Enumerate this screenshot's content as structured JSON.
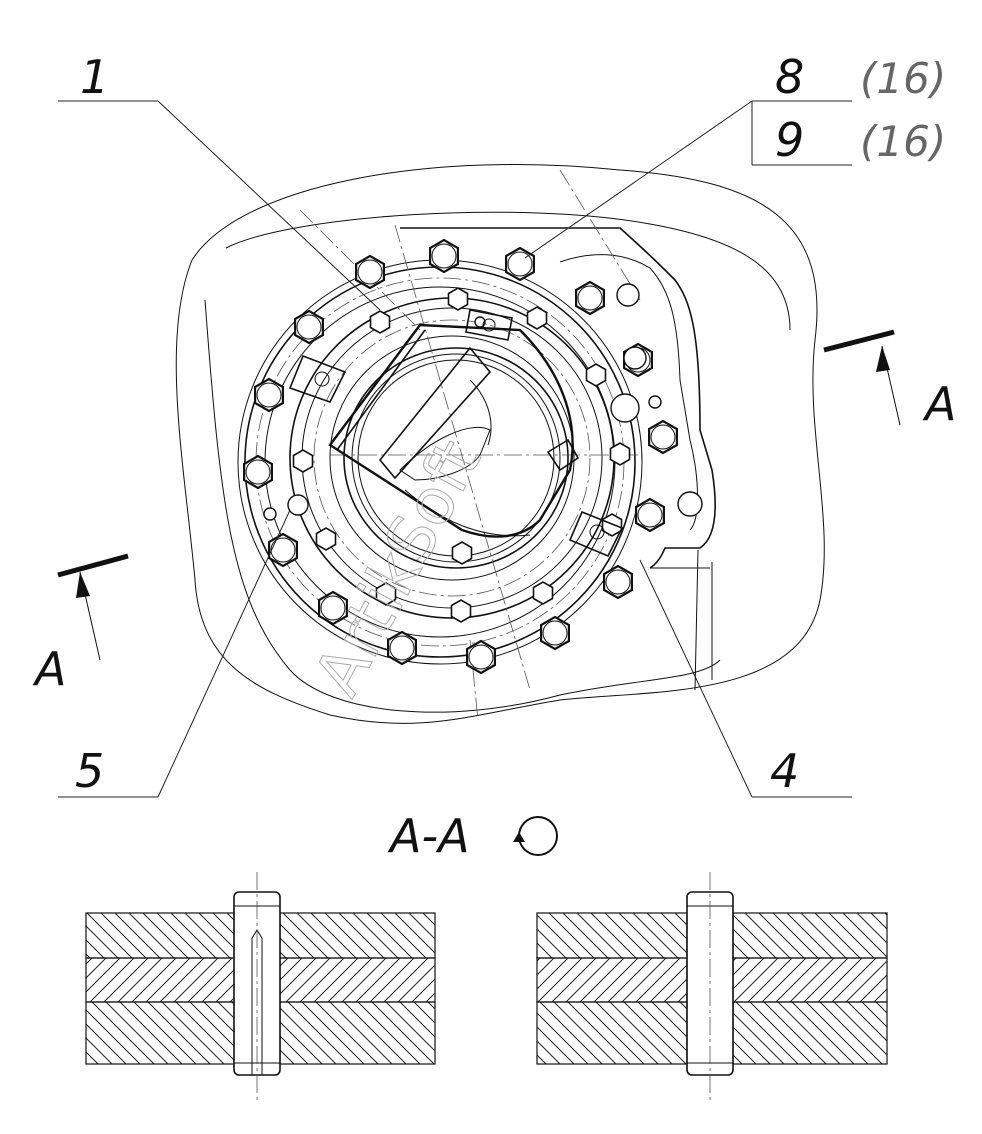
{
  "callouts": {
    "c1": "1",
    "c8": "8",
    "c8_qty": "(16)",
    "c9": "9",
    "c9_qty": "(16)",
    "c5": "5",
    "c4": "4"
  },
  "section": {
    "mark_left": "A",
    "mark_right": "A",
    "title": "A-A",
    "rotation_icon": "rotate-icon"
  },
  "watermark": "ArtikSoft"
}
